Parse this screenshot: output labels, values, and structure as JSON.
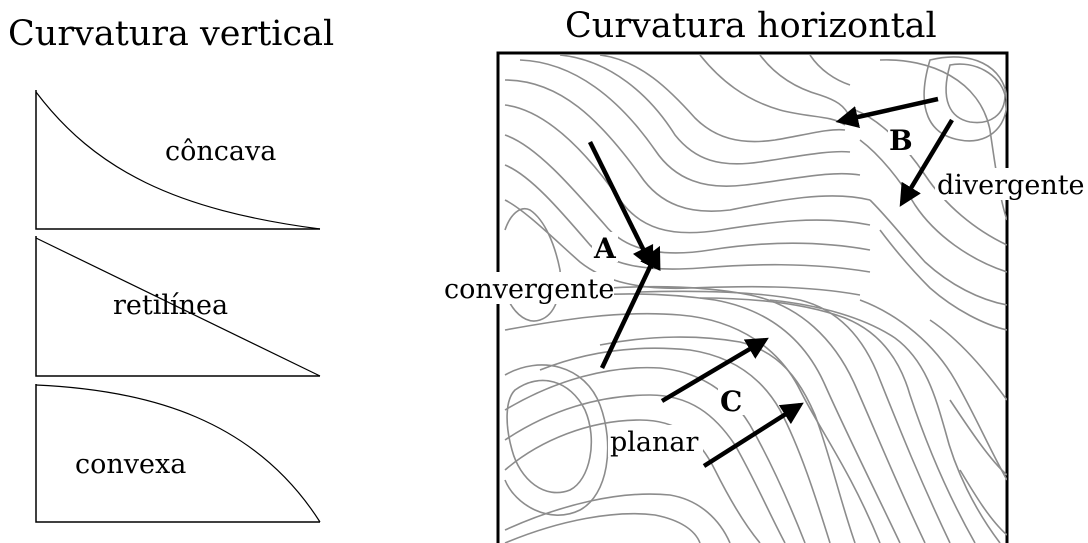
{
  "titles": {
    "vertical": "Curvatura vertical",
    "horizontal": "Curvatura horizontal"
  },
  "vertical_curvature": {
    "panels": [
      {
        "label": "côncava"
      },
      {
        "label": "retilínea"
      },
      {
        "label": "convexa"
      }
    ]
  },
  "horizontal_curvature": {
    "points": {
      "a": "A",
      "b": "B",
      "c": "C"
    },
    "labels": {
      "convergent": "convergente",
      "divergent": "divergente",
      "planar": "planar"
    }
  },
  "colors": {
    "contour": "#8c8c8c",
    "ink": "#000000"
  }
}
